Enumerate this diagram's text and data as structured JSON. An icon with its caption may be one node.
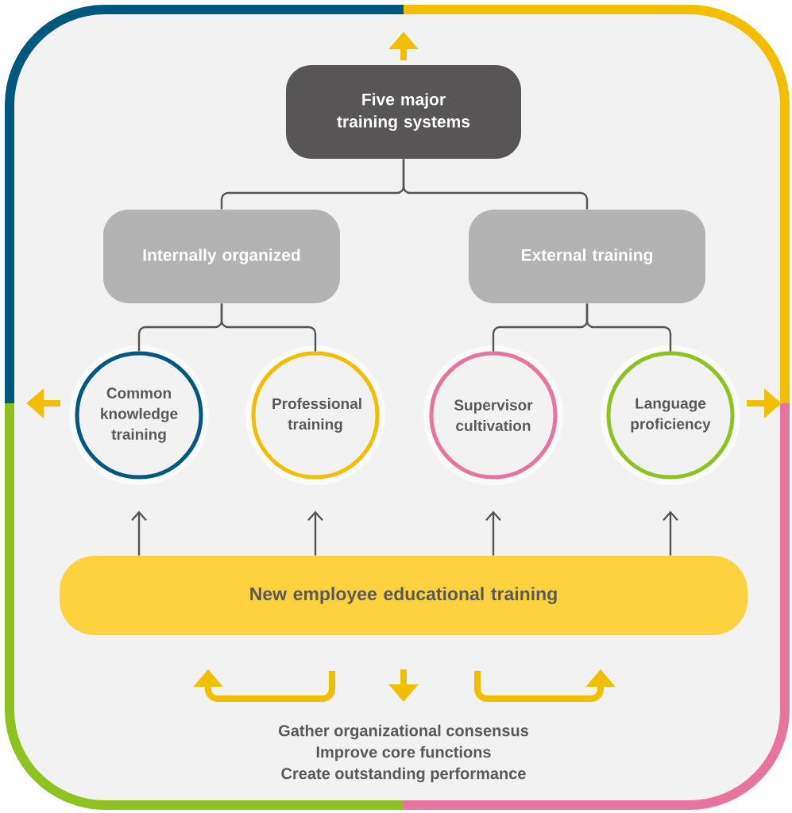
{
  "diagram": {
    "nodes": [
      {
        "text": [
          "Five major training systems"
        ]
      },
      {
        "text": [
          "Internally organized"
        ]
      },
      {
        "text": [
          "External training"
        ]
      },
      {
        "text": [
          "Common knowledge training"
        ]
      },
      {
        "text": [
          "Professional training"
        ]
      },
      {
        "text": [
          "Supervisor cultivation"
        ]
      },
      {
        "text": [
          "Language proficiency"
        ]
      },
      {
        "text": [
          "New employee educational training"
        ]
      }
    ],
    "edges": [
      {
        "from": 0,
        "to": 1,
        "arrow": "none"
      },
      {
        "from": 0,
        "to": 2,
        "arrow": "none"
      },
      {
        "from": 1,
        "to": 3,
        "arrow": "none"
      },
      {
        "from": 1,
        "to": 4,
        "arrow": "none"
      },
      {
        "from": 2,
        "to": 5,
        "arrow": "none"
      },
      {
        "from": 2,
        "to": 6,
        "arrow": "none"
      },
      {
        "from": 7,
        "to": 3,
        "arrow": "to"
      },
      {
        "from": 7,
        "to": 4,
        "arrow": "to"
      },
      {
        "from": 7,
        "to": 5,
        "arrow": "to"
      },
      {
        "from": 7,
        "to": 6,
        "arrow": "to"
      }
    ],
    "labels": [
      "Gather organizational consensus",
      "Improve core functions",
      "Create outstanding performance"
    ]
  }
}
